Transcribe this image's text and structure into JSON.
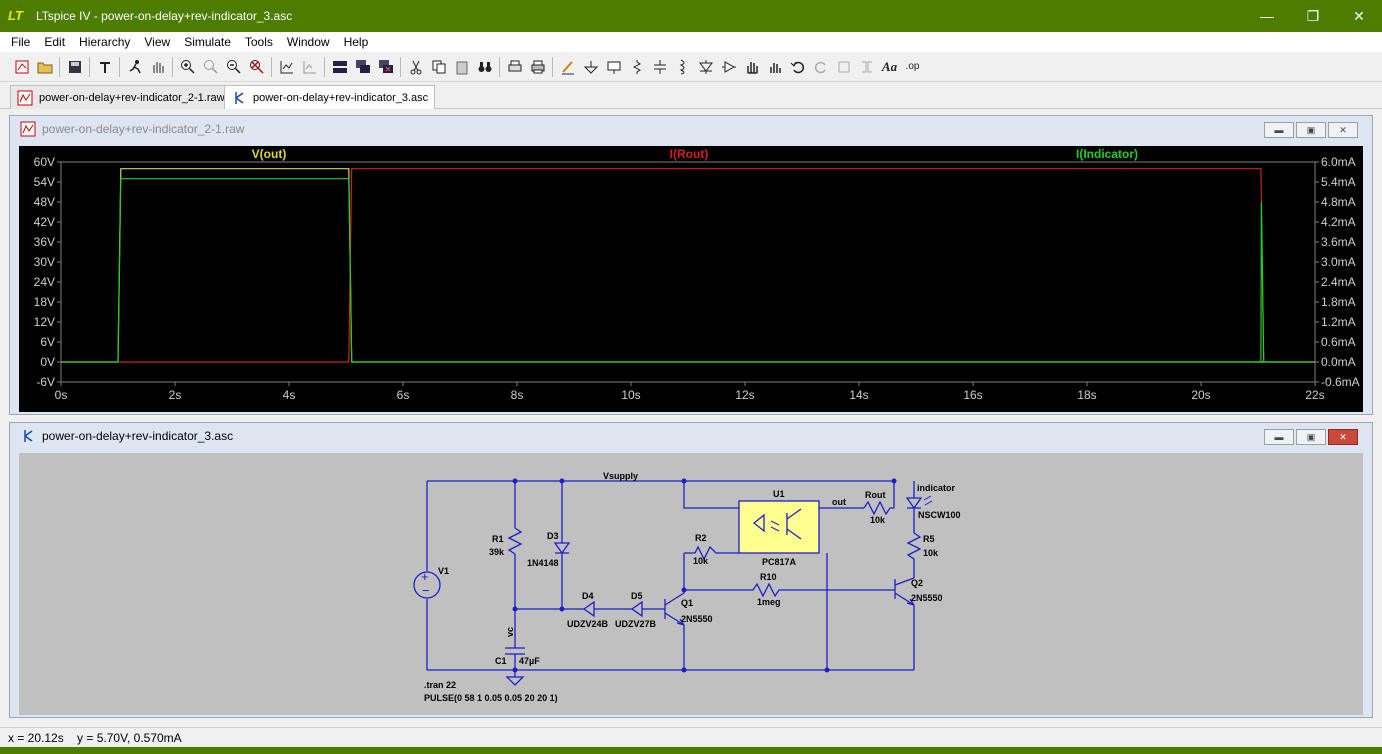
{
  "window": {
    "title": "LTspice IV - power-on-delay+rev-indicator_3.asc",
    "logo": "LT",
    "minimize": "—",
    "restore": "❐",
    "close": "✕"
  },
  "menu": [
    "File",
    "Edit",
    "Hierarchy",
    "View",
    "Simulate",
    "Tools",
    "Window",
    "Help"
  ],
  "tabs": [
    {
      "label": "power-on-delay+rev-indicator_2-1.raw",
      "icon": "waveform-icon"
    },
    {
      "label": "power-on-delay+rev-indicator_3.asc",
      "icon": "schematic-icon"
    }
  ],
  "plot_window": {
    "title": "power-on-delay+rev-indicator_2-1.raw"
  },
  "schematic_window": {
    "title": "power-on-delay+rev-indicator_3.asc"
  },
  "chart_data": {
    "type": "line",
    "x": [
      0,
      1.0,
      1.05,
      5.05,
      5.1,
      21.05,
      21.1,
      22
    ],
    "xlabel": "",
    "ylabel": "",
    "xlim": [
      0,
      22
    ],
    "x_ticks": [
      "0s",
      "2s",
      "4s",
      "6s",
      "8s",
      "10s",
      "12s",
      "14s",
      "16s",
      "18s",
      "20s",
      "22s"
    ],
    "ylim_left": [
      -6,
      60
    ],
    "y_ticks_left": [
      "60V",
      "54V",
      "48V",
      "42V",
      "36V",
      "30V",
      "24V",
      "18V",
      "12V",
      "6V",
      "0V",
      "-6V"
    ],
    "ylim_right": [
      -0.6,
      6.0
    ],
    "y_ticks_right": [
      "6.0mA",
      "5.4mA",
      "4.8mA",
      "4.2mA",
      "3.6mA",
      "3.0mA",
      "2.4mA",
      "1.8mA",
      "1.2mA",
      "0.6mA",
      "0.0mA",
      "-0.6mA"
    ],
    "grid": false,
    "background": "#000000",
    "series": [
      {
        "name": "V(out)",
        "axis": "left",
        "color": "#d8d840",
        "points": [
          [
            0,
            0
          ],
          [
            1.0,
            0
          ],
          [
            1.05,
            58
          ],
          [
            5.05,
            58
          ],
          [
            5.1,
            0
          ],
          [
            22,
            0
          ]
        ]
      },
      {
        "name": "I(Rout)",
        "axis": "right",
        "color": "#d02020",
        "points": [
          [
            0,
            0
          ],
          [
            1.0,
            0
          ],
          [
            1.05,
            0
          ],
          [
            5.05,
            0
          ],
          [
            5.1,
            5.8
          ],
          [
            21.05,
            5.8
          ],
          [
            21.1,
            0
          ],
          [
            22,
            0
          ]
        ]
      },
      {
        "name": "I(Indicator)",
        "axis": "right",
        "color": "#20d020",
        "points": [
          [
            0,
            0
          ],
          [
            1.0,
            0
          ],
          [
            1.05,
            5.5
          ],
          [
            5.05,
            5.5
          ],
          [
            5.1,
            0
          ],
          [
            21.05,
            0
          ],
          [
            21.06,
            4.8
          ],
          [
            21.1,
            0
          ],
          [
            22,
            0
          ]
        ]
      }
    ]
  },
  "schematic": {
    "net_labels": {
      "vsupply": "Vsupply",
      "vc": "vc",
      "out": "out",
      "indicator": "indicator"
    },
    "components": [
      {
        "ref": "V1",
        "value": ""
      },
      {
        "ref": "R1",
        "value": "39k"
      },
      {
        "ref": "D3",
        "value": "1N4148"
      },
      {
        "ref": "D4",
        "value": "UDZV24B"
      },
      {
        "ref": "D5",
        "value": "UDZV27B"
      },
      {
        "ref": "C1",
        "value": "47µF"
      },
      {
        "ref": "Q1",
        "value": "2N5550"
      },
      {
        "ref": "R2",
        "value": "10k"
      },
      {
        "ref": "U1",
        "value": "PC817A"
      },
      {
        "ref": "R10",
        "value": "1meg"
      },
      {
        "ref": "Rout",
        "value": "10k"
      },
      {
        "ref": "R5",
        "value": "10k"
      },
      {
        "ref": "Q2",
        "value": "2N5550"
      },
      {
        "ref": "",
        "value": "NSCW100"
      }
    ],
    "directives": [
      ".tran 22",
      "PULSE(0 58 1 0.05 0.05 20 20 1)"
    ]
  },
  "status": {
    "readout": "x = 20.12s    y = 5.70V, 0.570mA"
  }
}
